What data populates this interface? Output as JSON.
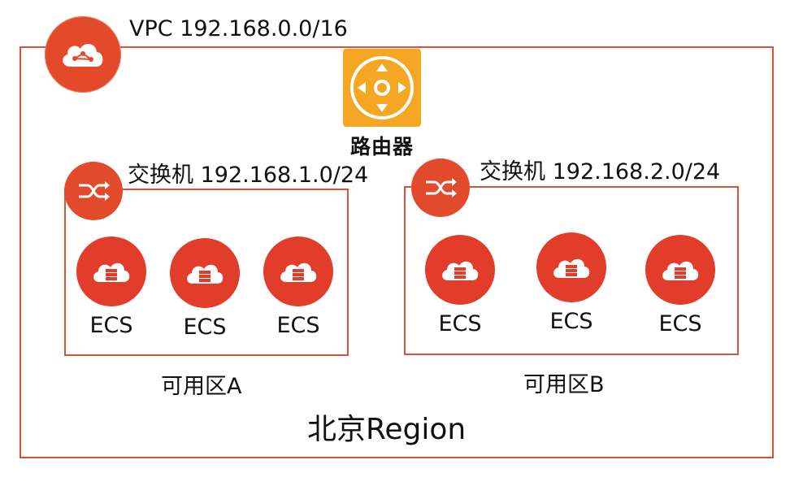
{
  "vpc": {
    "label": "VPC 192.168.0.0/16",
    "icon": "vpc-cloud-icon"
  },
  "router": {
    "label": "路由器",
    "icon": "router-icon",
    "color": "#f5a623"
  },
  "zones": [
    {
      "name": "可用区A",
      "switch_label": "交换机 192.168.1.0/24",
      "switch_icon": "switch-icon",
      "instances": [
        "ECS",
        "ECS",
        "ECS"
      ]
    },
    {
      "name": "可用区B",
      "switch_label": "交换机 192.168.2.0/24",
      "switch_icon": "switch-icon",
      "instances": [
        "ECS",
        "ECS",
        "ECS"
      ]
    }
  ],
  "region": {
    "label": "北京Region"
  },
  "colors": {
    "accent": "#e14b2c",
    "border": "#d9533c",
    "router": "#f5a623"
  }
}
